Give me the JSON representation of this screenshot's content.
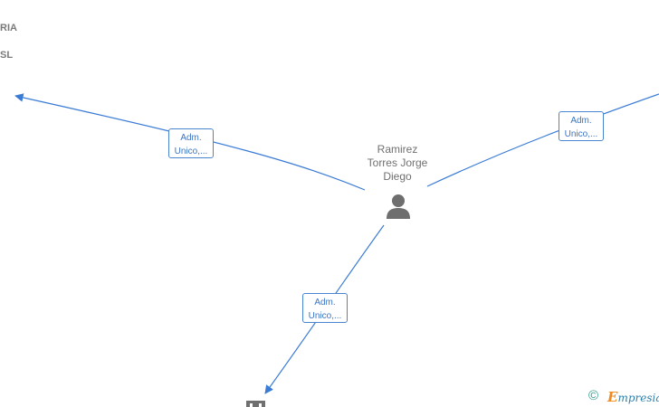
{
  "nodes": {
    "company_top_left_line1": "RIA",
    "company_top_left_line2": "SL",
    "person": {
      "name_line1": "Ramirez",
      "name_line2": "Torres Jorge",
      "name_line3": "Diego"
    }
  },
  "edges": [
    {
      "label_line1": "Adm.",
      "label_line2": "Unico,..."
    },
    {
      "label_line1": "Adm.",
      "label_line2": "Unico,..."
    },
    {
      "label_line1": "Adm.",
      "label_line2": "Unico,..."
    }
  ],
  "footer": {
    "copyright_symbol": "©",
    "brand_initial": "E",
    "brand_rest": "mpresia"
  },
  "colors": {
    "edge": "#3a7bd5",
    "person_icon": "#6e6e6e",
    "company_icon": "#707070"
  },
  "icons": {
    "person": "person-icon",
    "company": "building-icon"
  }
}
